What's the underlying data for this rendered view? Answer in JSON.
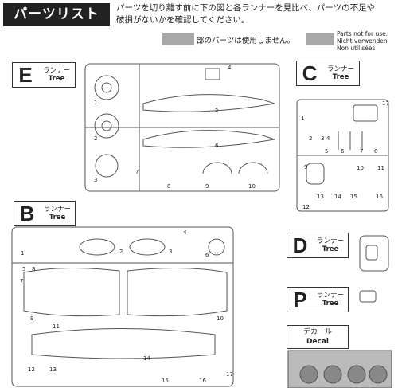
{
  "header": {
    "title": "パーツリスト",
    "intro_line1": "パーツを切り離す前に下の図と各ランナーを見比べ、パーツの不足や",
    "intro_line2": "破損がないかを確認してください。"
  },
  "legend": {
    "jp": "部のパーツは使用しません。",
    "en": "Parts not for use.",
    "de": "Nicht verwenden",
    "fr": "Non utilisées",
    "swatch_color": "#a8a8a8"
  },
  "runners": {
    "E": {
      "letter": "E",
      "jp": "ランナー",
      "en": "Tree"
    },
    "C": {
      "letter": "C",
      "jp": "ランナー",
      "en": "Tree"
    },
    "B": {
      "letter": "B",
      "jp": "ランナー",
      "en": "Tree"
    },
    "D": {
      "letter": "D",
      "jp": "ランナー",
      "en": "Tree"
    },
    "P": {
      "letter": "P",
      "jp": "ランナー",
      "en": "Tree"
    },
    "decal": {
      "jp": "デカール",
      "en": "Decal"
    }
  },
  "part_numbers": {
    "E": [
      "1",
      "2",
      "3",
      "4",
      "5",
      "6",
      "7",
      "8",
      "9",
      "10"
    ],
    "C": [
      "1",
      "2",
      "3",
      "4",
      "5",
      "6",
      "7",
      "8",
      "9",
      "10",
      "11",
      "12",
      "13",
      "14",
      "15",
      "16",
      "17"
    ],
    "B": [
      "1",
      "2",
      "3",
      "4",
      "5",
      "6",
      "7",
      "8",
      "9",
      "10",
      "11",
      "12",
      "13",
      "14",
      "15",
      "16",
      "17"
    ]
  }
}
